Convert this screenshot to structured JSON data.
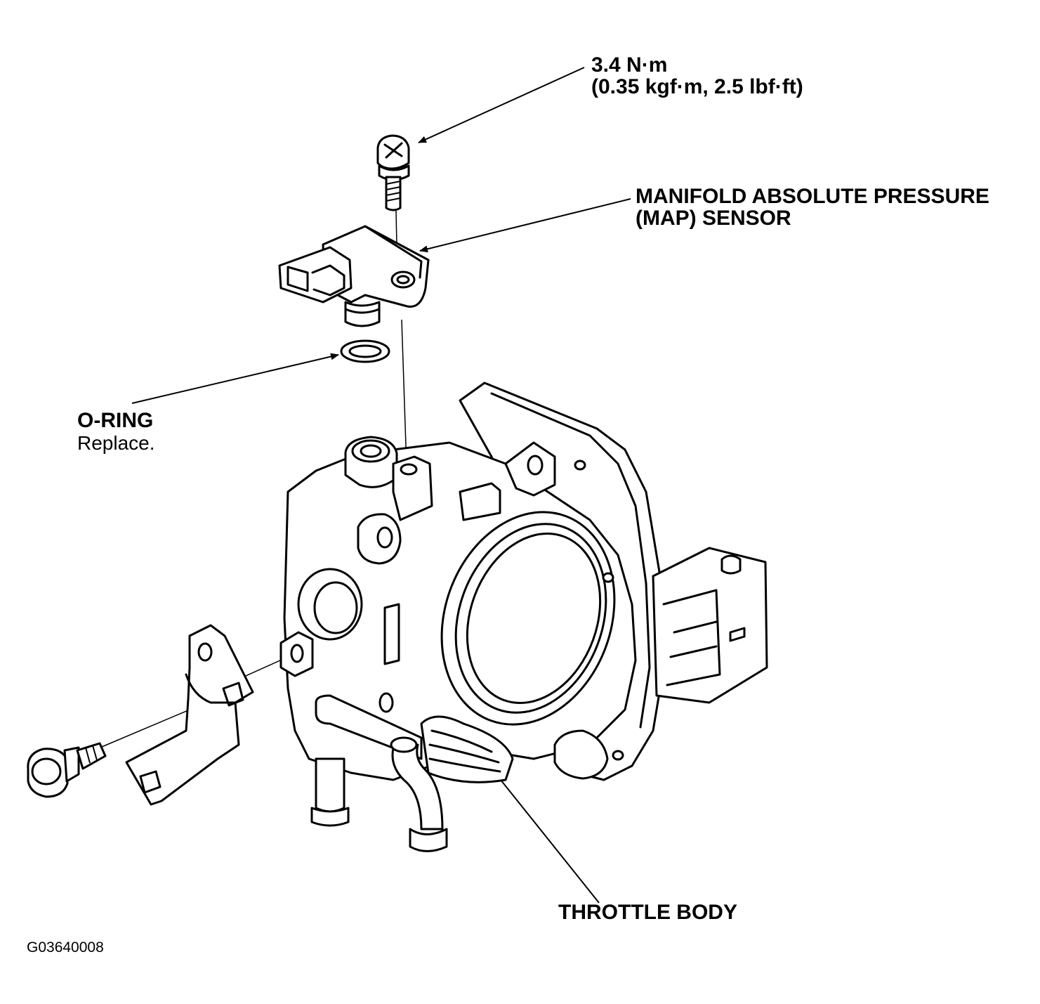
{
  "labels": {
    "torque_line1": "3.4 N·m",
    "torque_line2": "(0.35 kgf·m, 2.5 lbf·ft)",
    "map_line1": "MANIFOLD ABSOLUTE PRESSURE",
    "map_line2": "(MAP) SENSOR",
    "oring_title": "O-RING",
    "oring_note": "Replace.",
    "throttle": "THROTTLE BODY",
    "figure_id": "G03640008"
  }
}
